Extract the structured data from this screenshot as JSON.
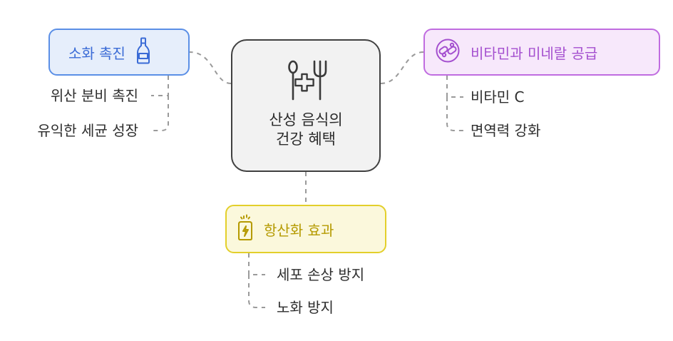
{
  "center": {
    "title": "산성 음식의\n건강 혜택",
    "icon": "utensils-health-icon"
  },
  "branches": {
    "digestion": {
      "label": "소화 촉진",
      "icon": "bottle-icon",
      "color": "#5b8fe6",
      "items": [
        "위산 분비 촉진",
        "유익한 세균 성장"
      ]
    },
    "vitamins": {
      "label": "비타민과 미네랄 공급",
      "icon": "pills-icon",
      "color": "#c06ce0",
      "items": [
        "비타민 C",
        "면역력 강화"
      ]
    },
    "antioxidant": {
      "label": "항산화 효과",
      "icon": "energy-drink-icon",
      "color": "#e3cf2a",
      "items": [
        "세포 손상 방지",
        "노화 방지"
      ]
    }
  }
}
